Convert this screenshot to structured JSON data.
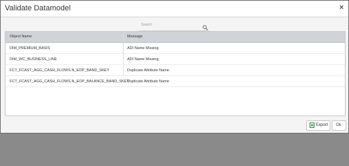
{
  "dialog": {
    "title": "Validate Datamodel",
    "close_glyph": "×"
  },
  "search": {
    "placeholder": "Search",
    "icon": "search-icon"
  },
  "table": {
    "headers": [
      "Object Name",
      "Message"
    ],
    "rows": [
      {
        "object": "DIM_PREMIUM_BASIS",
        "message": "ADI Name Missing"
      },
      {
        "object": "DIM_WC_BUSINESS_LINE",
        "message": "ADI Name Missing"
      },
      {
        "object": "FCT_FCAST_AGG_CASH_FLOWS.N_EOP_BAND_SKEY",
        "message": "Duplicate Attribute Name"
      },
      {
        "object": "FCT_FCAST_AGG_CASH_FLOWS.N_EOP_BALANCE_BAND_SKEY",
        "message": "Duplicate Attribute Name"
      }
    ]
  },
  "footer": {
    "export_label": "Export",
    "export_icon": "export-file-icon",
    "ok_label": "Ok"
  }
}
